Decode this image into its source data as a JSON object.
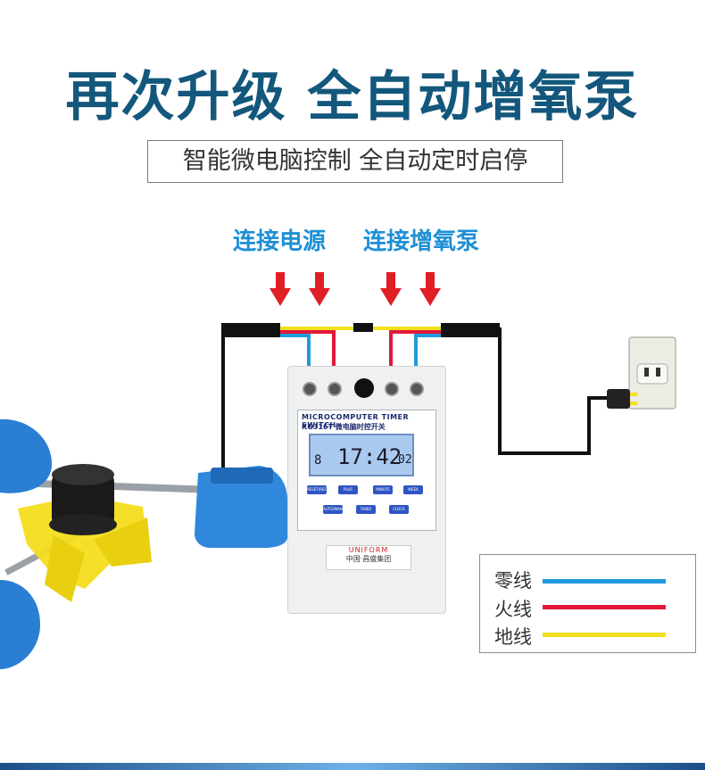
{
  "header": {
    "title": "再次升级 全自动增氧泵",
    "subtitle": "智能微电脑控制 全自动定时启停"
  },
  "labels": {
    "connect_power": "连接电源",
    "connect_pump": "连接增氧泵"
  },
  "device": {
    "model_line1": "MICROCOMPUTER TIMER SWITCH",
    "model_line2": "KG316T  微电脑时控开关",
    "lcd_time": "17:42",
    "lcd_day": "8",
    "lcd_seconds": "02",
    "buttons": [
      "RESET/RECALL",
      "PLUS",
      "MINUTE",
      "WEEK",
      "AUTO/MAN",
      "TIMER",
      "CLOCK"
    ],
    "brand_en": "UNIFORM",
    "brand_cn": "中国·昌盛集团"
  },
  "legend": {
    "items": [
      {
        "label": "零线",
        "color": "#1e9bdc"
      },
      {
        "label": "火线",
        "color": "#e3173b"
      },
      {
        "label": "地线",
        "color": "#f2e01c"
      }
    ]
  },
  "colors": {
    "title": "#13577c",
    "accent_blue": "#1e8fd6",
    "arrow_red": "#e01e25"
  }
}
